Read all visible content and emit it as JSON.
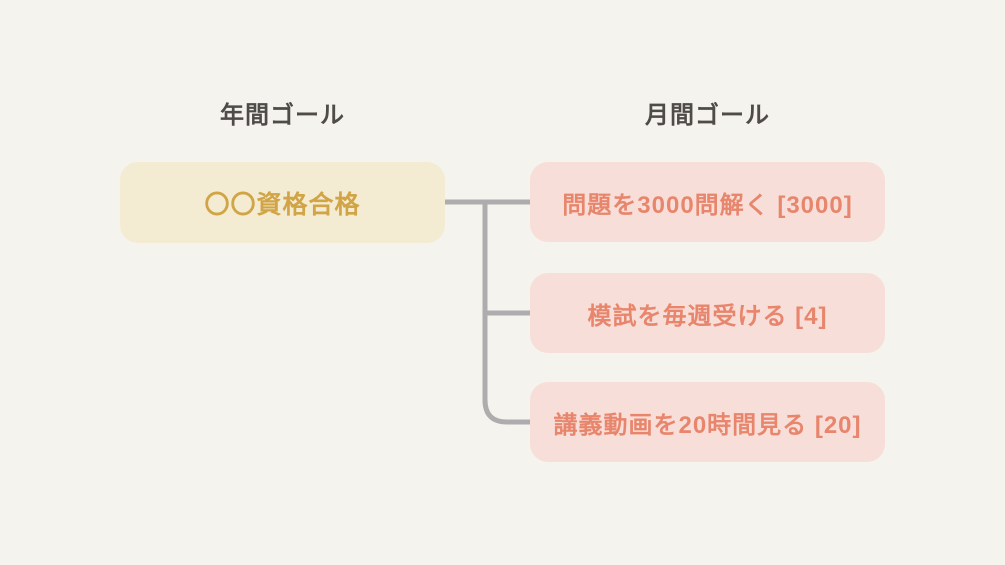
{
  "diagram": {
    "type": "goal-tree",
    "background_color": "#f5f3ee",
    "connector_color": "#adadad",
    "annual_column": {
      "header": "年間ゴール",
      "node": {
        "label": "〇〇資格合格",
        "bg_color": "#f4ebd3",
        "text_color": "#d1a445"
      }
    },
    "monthly_column": {
      "header": "月間ゴール",
      "node_bg_color": "#f8ded8",
      "node_text_color": "#e8866d",
      "nodes": [
        {
          "label": "問題を3000問解く [3000]",
          "target_count": 3000
        },
        {
          "label": "模試を毎週受ける [4]",
          "target_count": 4
        },
        {
          "label": "講義動画を20時間見る [20]",
          "target_count": 20
        }
      ]
    }
  }
}
